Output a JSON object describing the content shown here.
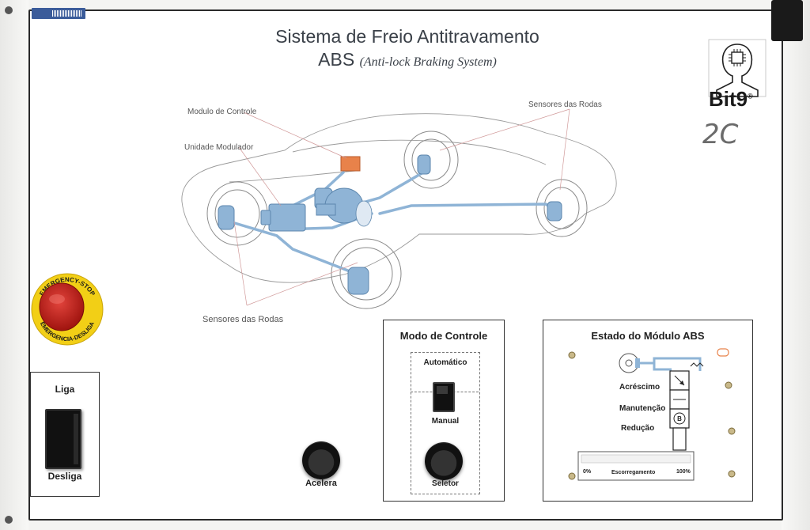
{
  "board": {
    "title_line1": "Sistema de Freio Antitravamento",
    "title_line2_main": "ABS",
    "title_line2_sub": "(Anti-lock Braking System)"
  },
  "brand": {
    "name": "Bit9",
    "mark": "®",
    "handwritten": "2C"
  },
  "diagram": {
    "callout_control_module": "Modulo de Controle",
    "callout_modulator_unit": "Unidade Modulador",
    "callout_wheel_sensors_top": "Sensores das Rodas",
    "callout_wheel_sensors_bottom": "Sensores das Rodas"
  },
  "emergency_stop": {
    "top_text": "EMERGENCY-STOP",
    "bottom_text": "EMERGENCIA-DESLIGA",
    "color": "#c8201c",
    "ring_color": "#f2cf16"
  },
  "power_switch": {
    "on_label": "Liga",
    "off_label": "Desliga"
  },
  "accelerate": {
    "label": "Acelera"
  },
  "control_mode": {
    "title": "Modo de Controle",
    "auto_label": "Automático",
    "manual_label": "Manual",
    "selector_label": "Seletor"
  },
  "abs_state": {
    "title": "Estado do Módulo ABS",
    "increase_label": "Acréscimo",
    "maintain_label": "Manutenção",
    "reduce_label": "Redução",
    "slip_label": "Escorregamento",
    "slip_min": "0%",
    "slip_max": "100%",
    "valve_letter": "B"
  },
  "colors": {
    "hydraulic_blue": "#8fb4d6",
    "module_orange": "#e8824a",
    "board_border": "#2a2a2a"
  }
}
